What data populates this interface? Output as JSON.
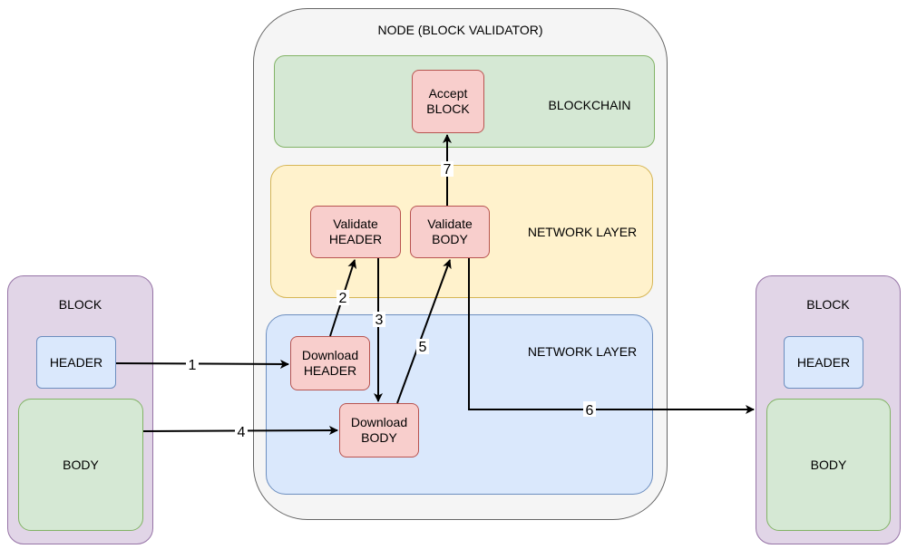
{
  "node": {
    "title": "NODE (BLOCK VALIDATOR)"
  },
  "layers": {
    "blockchain": "BLOCKCHAIN",
    "network_top": "NETWORK LAYER",
    "network_bottom": "NETWORK LAYER"
  },
  "steps": {
    "accept_block": [
      "Accept",
      "BLOCK"
    ],
    "validate_header": [
      "Validate",
      "HEADER"
    ],
    "validate_body": [
      "Validate",
      "BODY"
    ],
    "download_header": [
      "Download",
      "HEADER"
    ],
    "download_body": [
      "Download",
      "BODY"
    ]
  },
  "left_block": {
    "title": "BLOCK",
    "header": "HEADER",
    "body": "BODY"
  },
  "right_block": {
    "title": "BLOCK",
    "header": "HEADER",
    "body": "BODY"
  },
  "arrows": {
    "a1": "1",
    "a2": "2",
    "a3": "3",
    "a4": "4",
    "a5": "5",
    "a6": "6",
    "a7": "7"
  },
  "colors": {
    "purple_fill": "#e1d5e7",
    "blue_fill": "#dae8fc",
    "green_fill": "#d5e8d4",
    "yellow_fill": "#fff2cc",
    "red_fill": "#f8cecc",
    "node_fill": "#f5f5f5"
  }
}
